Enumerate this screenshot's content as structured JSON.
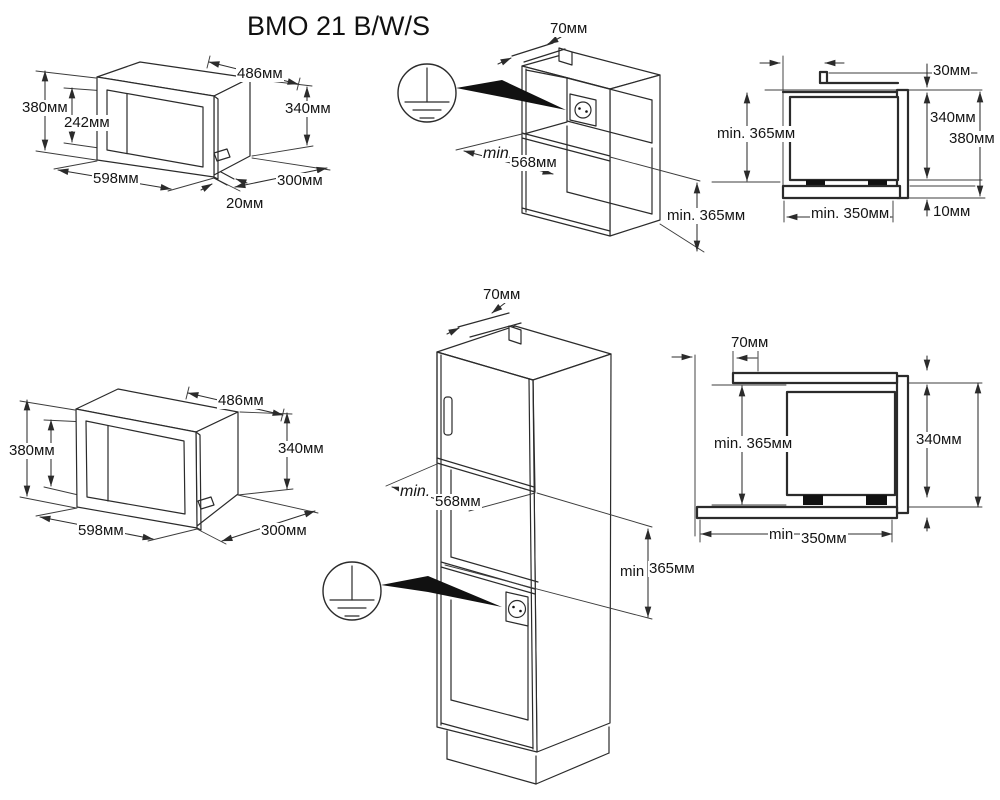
{
  "title": "BMO 21 B/W/S",
  "top_left_view": {
    "frame_height": "380мм",
    "window_height": "242мм",
    "depth": "486мм",
    "body_height": "340мм",
    "frame_width": "598мм",
    "body_depth": "300мм",
    "frame_offset": "20мм"
  },
  "top_middle_view": {
    "rear_gap": "70мм",
    "niche_width_prefix": "min.",
    "niche_width_value": "568мм",
    "niche_height": "min. 365мм"
  },
  "top_right_view": {
    "top_clearance": "30мм",
    "body_height": "340мм",
    "front_height": "380мм",
    "niche_height": "min. 365мм",
    "niche_depth": "min. 350мм",
    "bottom_clearance": "10мм"
  },
  "bottom_left_view": {
    "frame_height": "380мм",
    "depth": "486мм",
    "body_height": "340мм",
    "frame_width": "598мм",
    "body_depth": "300мм"
  },
  "bottom_middle_view": {
    "rear_gap": "70мм",
    "niche_width_prefix": "min.",
    "niche_width_value": "568мм",
    "niche_height_prefix": "min",
    "niche_height_value": "365мм"
  },
  "bottom_right_view": {
    "rear_gap": "70мм",
    "niche_height": "min. 365мм",
    "body_height": "340мм",
    "niche_depth_prefix": "min",
    "niche_depth_value": "350мм"
  }
}
